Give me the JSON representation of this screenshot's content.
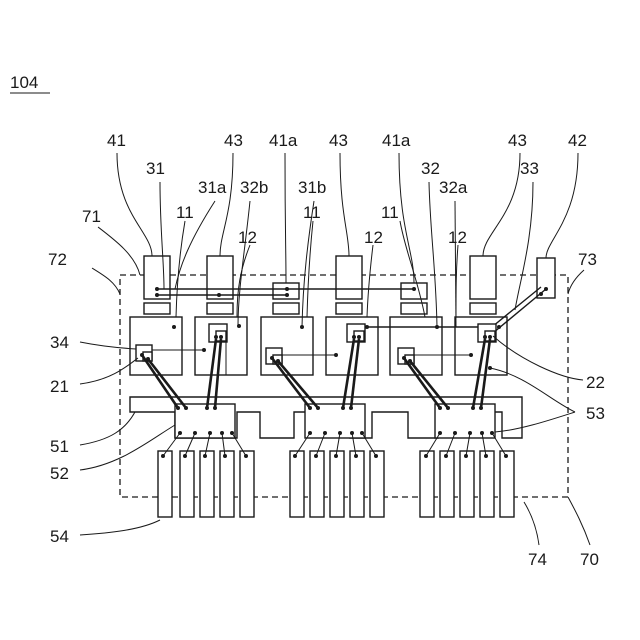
{
  "figure_number": "104",
  "labels": {
    "l41": "41",
    "l43a": "43",
    "l41a_1": "41a",
    "l43b": "43",
    "l41a_2": "41a",
    "l43c": "43",
    "l42": "42",
    "l31": "31",
    "l31a": "31a",
    "l32b": "32b",
    "l31b": "31b",
    "l32": "32",
    "l32a": "32a",
    "l33": "33",
    "l71": "71",
    "l11a": "11",
    "l12a": "12",
    "l11b": "11",
    "l12b": "12",
    "l11c": "11",
    "l12c": "12",
    "l72": "72",
    "l73": "73",
    "l34": "34",
    "l21": "21",
    "l22": "22",
    "l53": "53",
    "l51": "51",
    "l52": "52",
    "l54": "54",
    "l74": "74",
    "l70": "70"
  }
}
